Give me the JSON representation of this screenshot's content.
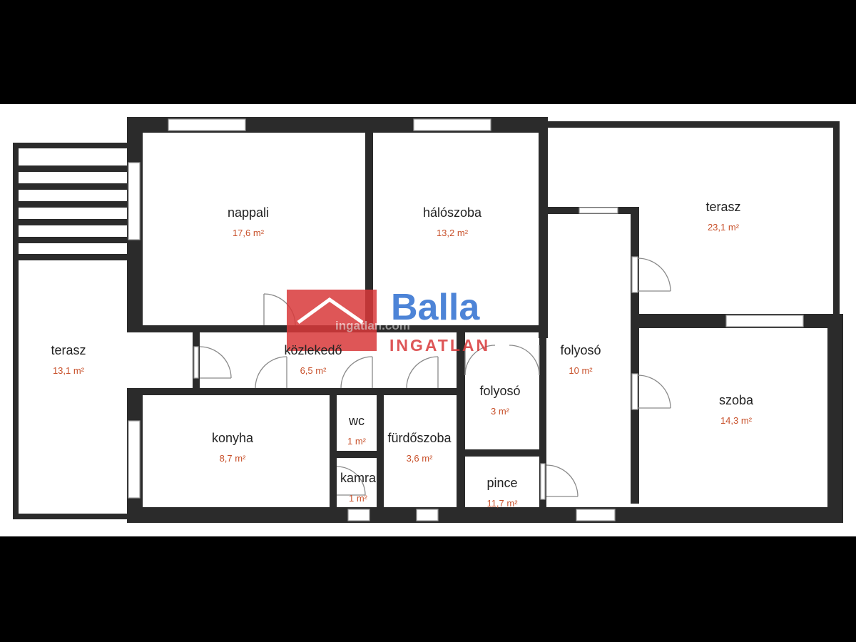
{
  "colors": {
    "background": "#000000",
    "sheet": "#ffffff",
    "wall": "#2b2b2b",
    "area_text": "#c8502a",
    "watermark_red": "#d9393a",
    "watermark_blue": "#2e6fd1"
  },
  "rooms": [
    {
      "id": "nappali",
      "name": "nappali",
      "area": "17,6 m²"
    },
    {
      "id": "haloszoba",
      "name": "hálószoba",
      "area": "13,2 m²"
    },
    {
      "id": "terasz-right",
      "name": "terasz",
      "area": "23,1 m²"
    },
    {
      "id": "terasz-left",
      "name": "terasz",
      "area": "13,1 m²"
    },
    {
      "id": "kozlekedo",
      "name": "közlekedő",
      "area": "6,5 m²"
    },
    {
      "id": "folyoso-large",
      "name": "folyosó",
      "area": "10 m²"
    },
    {
      "id": "szoba",
      "name": "szoba",
      "area": "14,3 m²"
    },
    {
      "id": "folyoso-small",
      "name": "folyosó",
      "area": "3 m²"
    },
    {
      "id": "konyha",
      "name": "konyha",
      "area": "8,7 m²"
    },
    {
      "id": "wc",
      "name": "wc",
      "area": "1 m²"
    },
    {
      "id": "furdoszoba",
      "name": "fürdőszoba",
      "area": "3,6 m²"
    },
    {
      "id": "kamra",
      "name": "kamra",
      "area": "1 m²"
    },
    {
      "id": "pince",
      "name": "pince",
      "area": "11,7 m²"
    }
  ],
  "watermark": {
    "brand": "Balla",
    "tagline": "INGATLAN",
    "faded_text": "ingatlan.com"
  }
}
